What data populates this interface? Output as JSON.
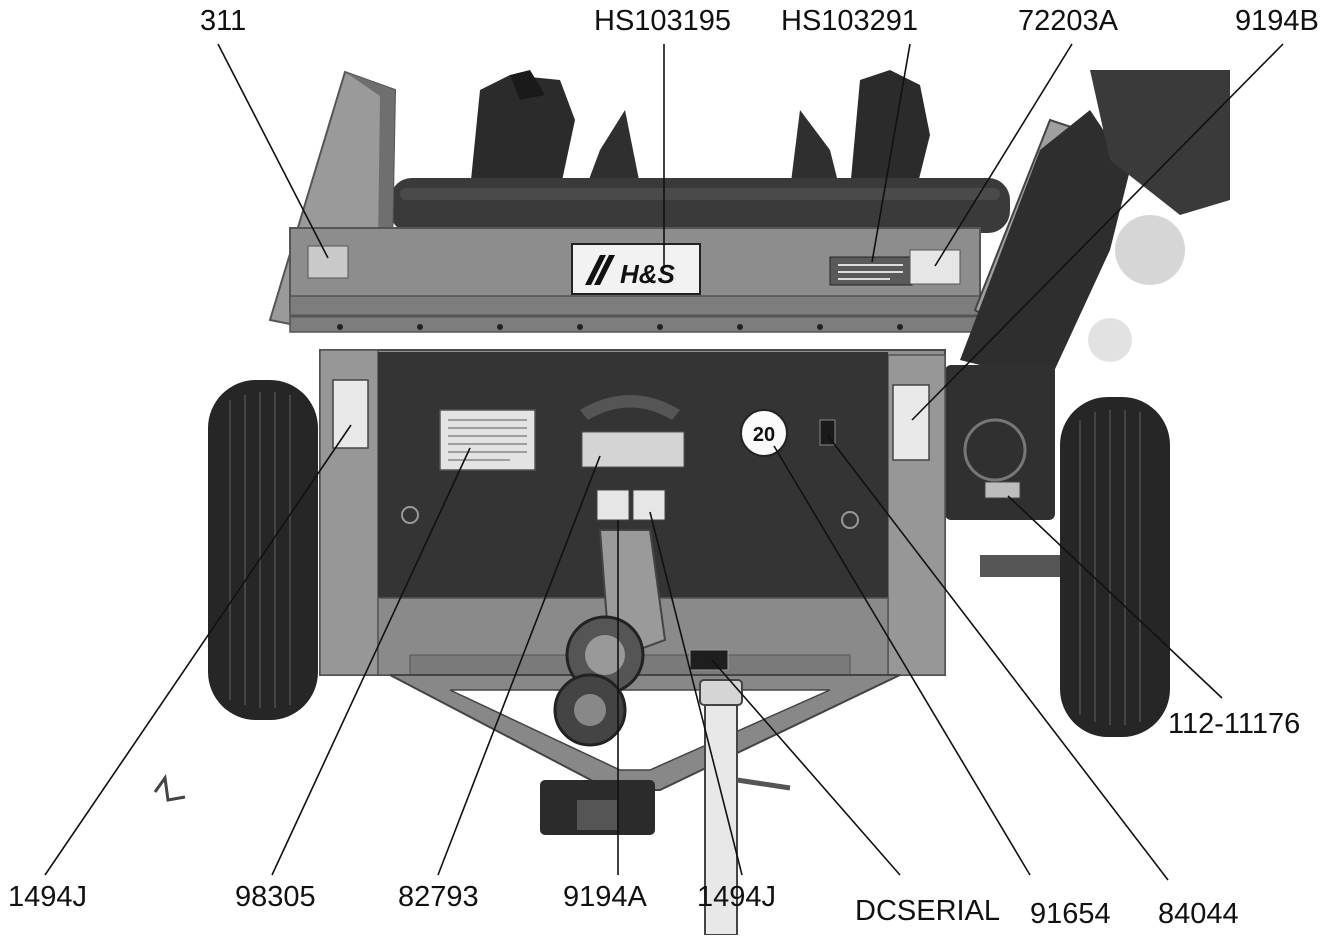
{
  "decals": {
    "logo_text": "H&S",
    "speed_sign": "20"
  },
  "callouts": [
    {
      "id": "top-311",
      "text": "311"
    },
    {
      "id": "top-hs103195",
      "text": "HS103195"
    },
    {
      "id": "top-hs103291",
      "text": "HS103291"
    },
    {
      "id": "top-72203a",
      "text": "72203A"
    },
    {
      "id": "top-9194b",
      "text": "9194B"
    },
    {
      "id": "right-112-11176",
      "text": "112-11176"
    },
    {
      "id": "bottom-1494j-left",
      "text": "1494J"
    },
    {
      "id": "bottom-98305",
      "text": "98305"
    },
    {
      "id": "bottom-82793",
      "text": "82793"
    },
    {
      "id": "bottom-9194a",
      "text": "9194A"
    },
    {
      "id": "bottom-1494j-mid",
      "text": "1494J"
    },
    {
      "id": "bottom-dcserial",
      "text": "DCSERIAL"
    },
    {
      "id": "bottom-91654",
      "text": "91654"
    },
    {
      "id": "bottom-84044",
      "text": "84044"
    }
  ],
  "colors": {
    "frame": "#8f8f8f",
    "frame_dark": "#6e6e6e",
    "panel": "#333333",
    "tire": "#2a2a2a",
    "leader": "#111111"
  }
}
